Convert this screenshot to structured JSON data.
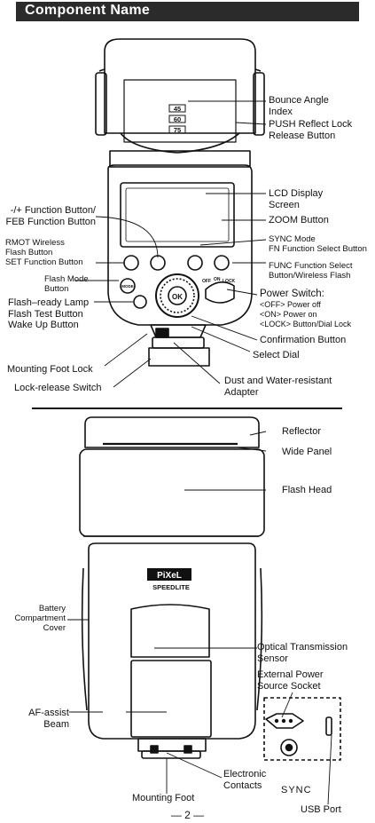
{
  "header": {
    "title": "Component Name"
  },
  "front_labels": {
    "bounce_angle": [
      "Bounce Angle",
      "Index"
    ],
    "push_reflect": [
      "PUSH Reflect Lock",
      "Release Button"
    ],
    "lcd_display": [
      "LCD Display",
      "Screen"
    ],
    "zoom_button": "ZOOM Button",
    "sync_mode": [
      "SYNC Mode",
      "FN Function Select Button"
    ],
    "func_function": [
      "FUNC Function Select",
      "Button/Wireless Flash"
    ],
    "power_switch": {
      "title": "Power Switch:",
      "lines": [
        "<OFF> Power off",
        "<ON> Power on",
        "<LOCK> Button/Dial Lock"
      ]
    },
    "confirmation_button": "Confirmation Button",
    "select_dial": "Select Dial",
    "dust_water": [
      "Dust and Water-resistant",
      "Adapter"
    ],
    "function_button": [
      "-/+ Function Button/",
      "FEB Function Button"
    ],
    "rmot_wireless": [
      "RMOT Wireless",
      "Flash Button",
      "SET Function Button"
    ],
    "flash_mode": [
      "Flash Mode",
      "Button"
    ],
    "flash_ready": [
      "Flash–ready Lamp",
      "Flash Test Button",
      "Wake Up Button"
    ],
    "mounting_foot_lock": "Mounting Foot Lock",
    "lock_release": "Lock-release Switch"
  },
  "back_labels": {
    "reflector": "Reflector",
    "wide_panel": "Wide Panel",
    "flash_head": "Flash Head",
    "battery_cover": [
      "Battery",
      "Compartment",
      "Cover"
    ],
    "optical_sensor": [
      "Optical Transmission",
      "Sensor"
    ],
    "external_power": [
      "External Power",
      "Source Socket"
    ],
    "af_assist": [
      "AF-assist",
      "Beam"
    ],
    "electronic_contacts": [
      "Electronic",
      "Contacts"
    ],
    "mounting_foot": "Mounting Foot",
    "sync": "SYNC",
    "usb_port": "USB Port"
  },
  "device": {
    "bounce_angles": [
      "45",
      "60",
      "75"
    ],
    "switch_marks": [
      "OFF",
      "ON",
      "LOCK"
    ],
    "ok_label": "OK",
    "mode_label": "MODE",
    "brand": "PiXeL",
    "product": "SPEEDLITE"
  },
  "page_number": "— 2 —"
}
